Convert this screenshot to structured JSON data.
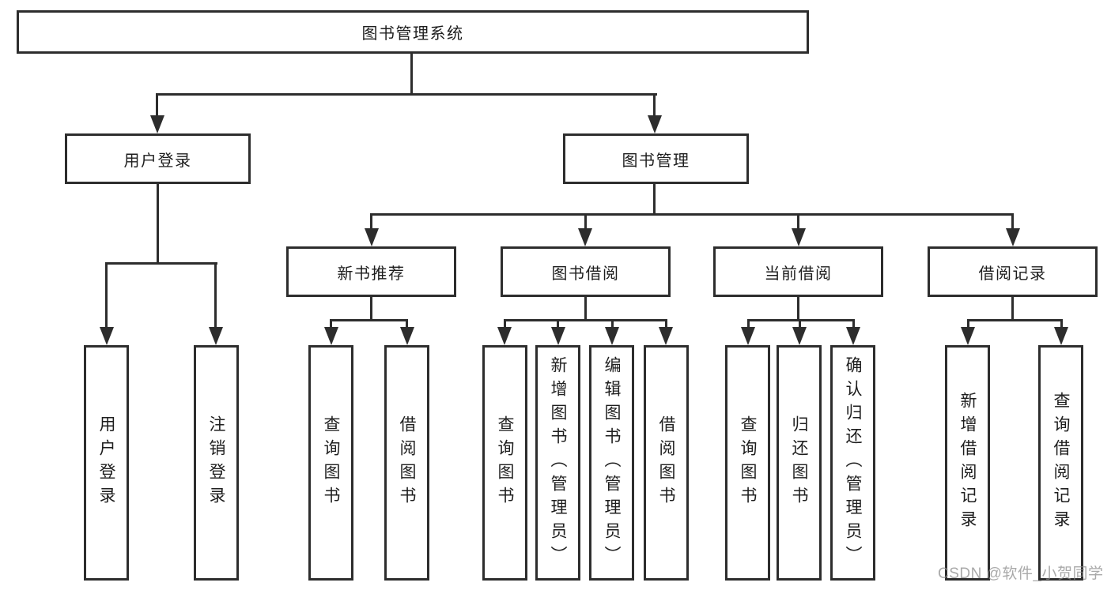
{
  "diagram": {
    "watermark": "CSDN @软件_小贺同学",
    "colors": {
      "line": "#2d2d2d",
      "text": "#1e1e1e",
      "background": "#ffffff",
      "watermark": "#8c8c8c"
    },
    "nodes": {
      "root": {
        "label": "图书管理系统"
      },
      "branches": [
        {
          "label": "用户登录",
          "children": [
            "用户登录",
            "注销登录"
          ]
        },
        {
          "label": "图书管理"
        }
      ],
      "modules": [
        {
          "label": "新书推荐",
          "children": [
            "查询图书",
            "借阅图书"
          ]
        },
        {
          "label": "图书借阅",
          "children": [
            "查询图书",
            "新增图书（管理员）",
            "编辑图书（管理员）",
            "借阅图书"
          ]
        },
        {
          "label": "当前借阅",
          "children": [
            "查询图书",
            "归还图书",
            "确认归还（管理员）"
          ]
        },
        {
          "label": "借阅记录",
          "children": [
            "新增借阅记录",
            "查询借阅记录"
          ]
        }
      ]
    }
  }
}
